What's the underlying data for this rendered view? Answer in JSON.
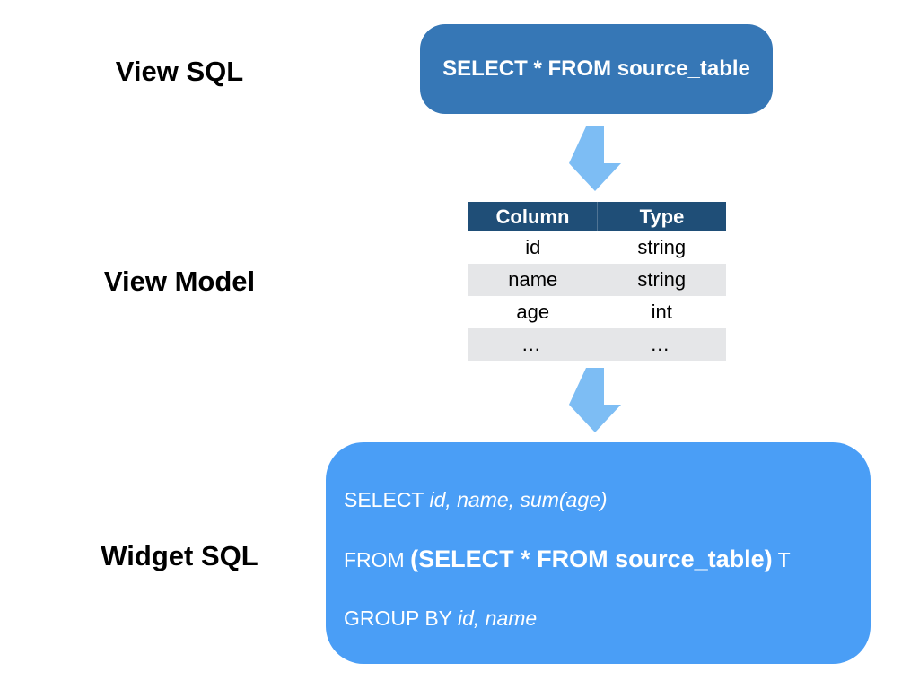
{
  "colors": {
    "view_sql_box_bg": "#3677B6",
    "widget_sql_box_bg": "#4A9EF6",
    "arrow": "#7DBDF4",
    "table_header_bg": "#1F4E77",
    "table_row_alt_bg": "#E5E6E8"
  },
  "labels": {
    "view_sql": "View SQL",
    "view_model": "View Model",
    "widget_sql": "Widget SQL"
  },
  "view_sql_box": {
    "text": "SELECT * FROM source_table"
  },
  "icons": {
    "arrow_down": "down-arrow"
  },
  "view_model_table": {
    "headers": [
      "Column",
      "Type"
    ],
    "rows": [
      {
        "column": "id",
        "type": "string"
      },
      {
        "column": "name",
        "type": "string"
      },
      {
        "column": "age",
        "type": "int"
      },
      {
        "column": "…",
        "type": "…"
      }
    ]
  },
  "widget_sql_box": {
    "line1": {
      "keyword": "SELECT ",
      "italic": "id, name, sum(age)"
    },
    "line2": {
      "keyword": "FROM ",
      "bold": "(SELECT * FROM source_table)",
      "suffix": " T"
    },
    "line3": {
      "keyword": "GROUP BY ",
      "italic": "id, name"
    }
  }
}
